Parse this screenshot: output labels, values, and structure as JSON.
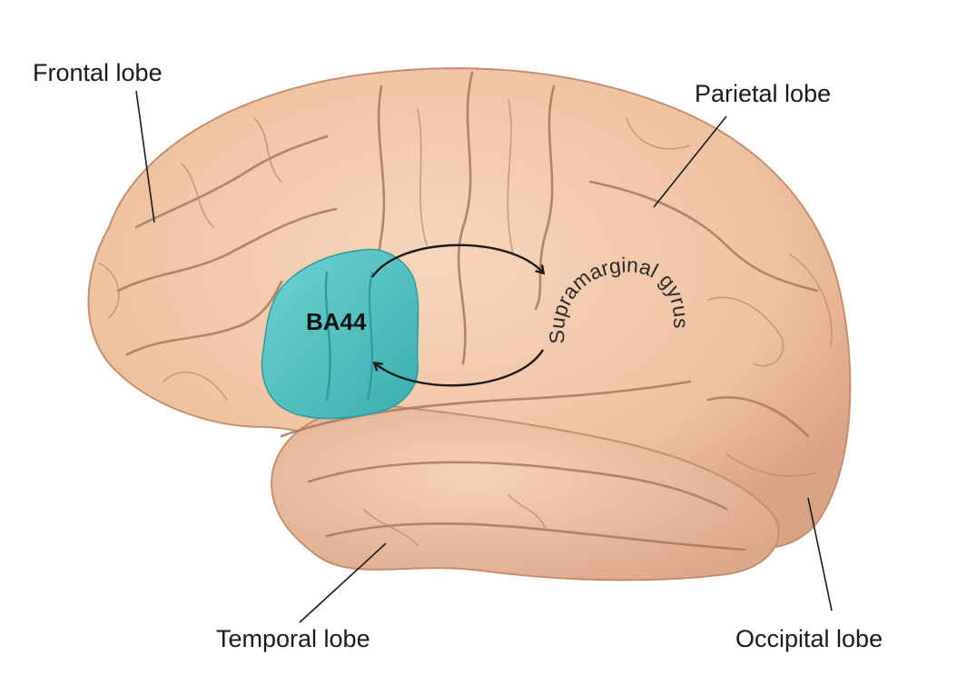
{
  "labels": {
    "frontal": "Frontal lobe",
    "parietal": "Parietal lobe",
    "temporal": "Temporal lobe",
    "occipital": "Occipital lobe",
    "ba44": "BA44",
    "supramarginal": "Supramarginal gyrus"
  },
  "colors": {
    "brain": "#f2c7a6",
    "brain_shadow": "#d9a485",
    "ba44_region": "#4fc1c1",
    "leader_lines": "#1a1a1a"
  }
}
